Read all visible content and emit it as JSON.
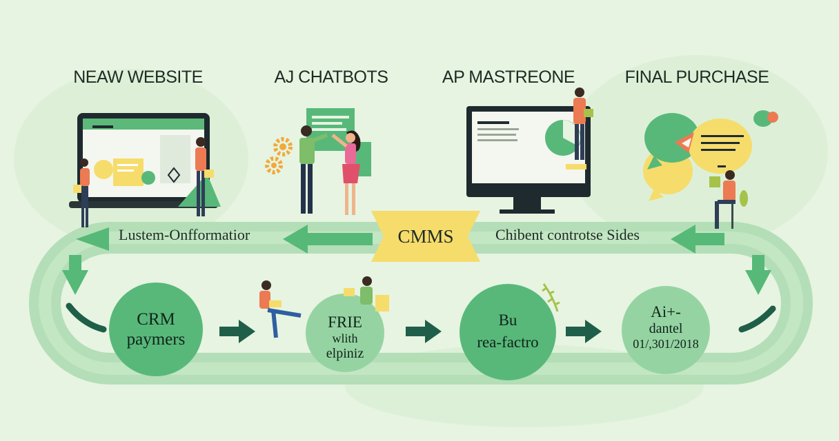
{
  "headings": {
    "step1": "NEAW WEBSITE",
    "step2": "AJ CHATBOTS",
    "step3": "AP MASTREONE",
    "step4": "FINAL PURCHASE"
  },
  "track": {
    "left_label": "Lustem-Onfformatior",
    "center_label": "CMMS",
    "right_label": "Chibent controtse Sides"
  },
  "nodes": [
    {
      "line1": "CRM",
      "line2": "paymers",
      "line3": ""
    },
    {
      "line1": "FRIE",
      "line2": "wlith",
      "line3": "elpiniz"
    },
    {
      "line1": "Bu",
      "line2": "rea-factro",
      "line3": ""
    },
    {
      "line1": "Ai+-",
      "line2": "dantel",
      "line3": "01/,301/2018"
    }
  ],
  "colors": {
    "background": "#e6f4e1",
    "track": "#a9d8ad",
    "node_dark": "#58b87a",
    "node_light": "#95d4a2",
    "arrow": "#56b977",
    "dark_arrow": "#1f5e48",
    "banner": "#f6dc6b",
    "person_shirt": "#ec7a52"
  }
}
